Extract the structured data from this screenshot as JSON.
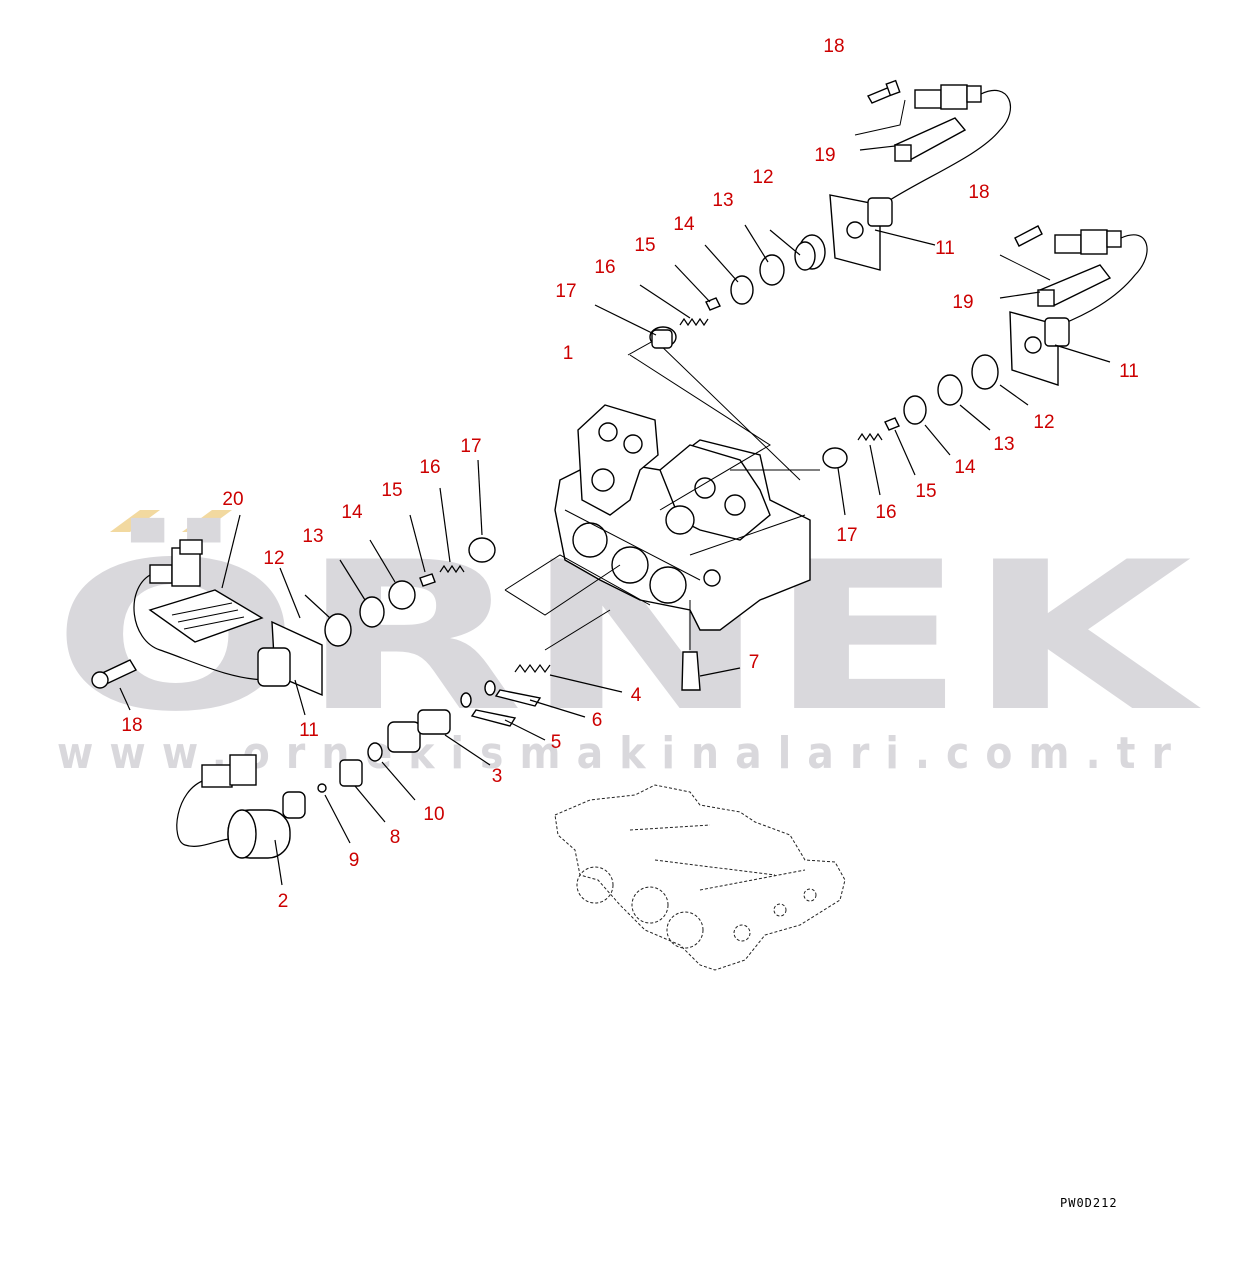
{
  "watermark": {
    "brand": "ÖRNEK",
    "url": "www.ornekismakinalari.com.tr",
    "accent_color": "#f2d9a0",
    "text_color": "#d9d8dc"
  },
  "diagram": {
    "drawing_code": "PW0D212",
    "callout_color": "#cc0000",
    "callouts": [
      {
        "id": "c18a",
        "label": "18"
      },
      {
        "id": "c19a",
        "label": "19"
      },
      {
        "id": "c12a",
        "label": "12"
      },
      {
        "id": "c13a",
        "label": "13"
      },
      {
        "id": "c14a",
        "label": "14"
      },
      {
        "id": "c15a",
        "label": "15"
      },
      {
        "id": "c16a",
        "label": "16"
      },
      {
        "id": "c17a",
        "label": "17"
      },
      {
        "id": "c11a",
        "label": "11"
      },
      {
        "id": "c18b",
        "label": "18"
      },
      {
        "id": "c19b",
        "label": "19"
      },
      {
        "id": "c11b",
        "label": "11"
      },
      {
        "id": "c12b",
        "label": "12"
      },
      {
        "id": "c13b",
        "label": "13"
      },
      {
        "id": "c14b",
        "label": "14"
      },
      {
        "id": "c15b",
        "label": "15"
      },
      {
        "id": "c16b",
        "label": "16"
      },
      {
        "id": "c17b",
        "label": "17"
      },
      {
        "id": "c1",
        "label": "1"
      },
      {
        "id": "c17c",
        "label": "17"
      },
      {
        "id": "c16c",
        "label": "16"
      },
      {
        "id": "c15c",
        "label": "15"
      },
      {
        "id": "c14c",
        "label": "14"
      },
      {
        "id": "c13c",
        "label": "13"
      },
      {
        "id": "c12c",
        "label": "12"
      },
      {
        "id": "c20",
        "label": "20"
      },
      {
        "id": "c18c",
        "label": "18"
      },
      {
        "id": "c11c",
        "label": "11"
      },
      {
        "id": "c7",
        "label": "7"
      },
      {
        "id": "c4",
        "label": "4"
      },
      {
        "id": "c6",
        "label": "6"
      },
      {
        "id": "c5",
        "label": "5"
      },
      {
        "id": "c3",
        "label": "3"
      },
      {
        "id": "c10",
        "label": "10"
      },
      {
        "id": "c8",
        "label": "8"
      },
      {
        "id": "c9",
        "label": "9"
      },
      {
        "id": "c2",
        "label": "2"
      }
    ]
  }
}
